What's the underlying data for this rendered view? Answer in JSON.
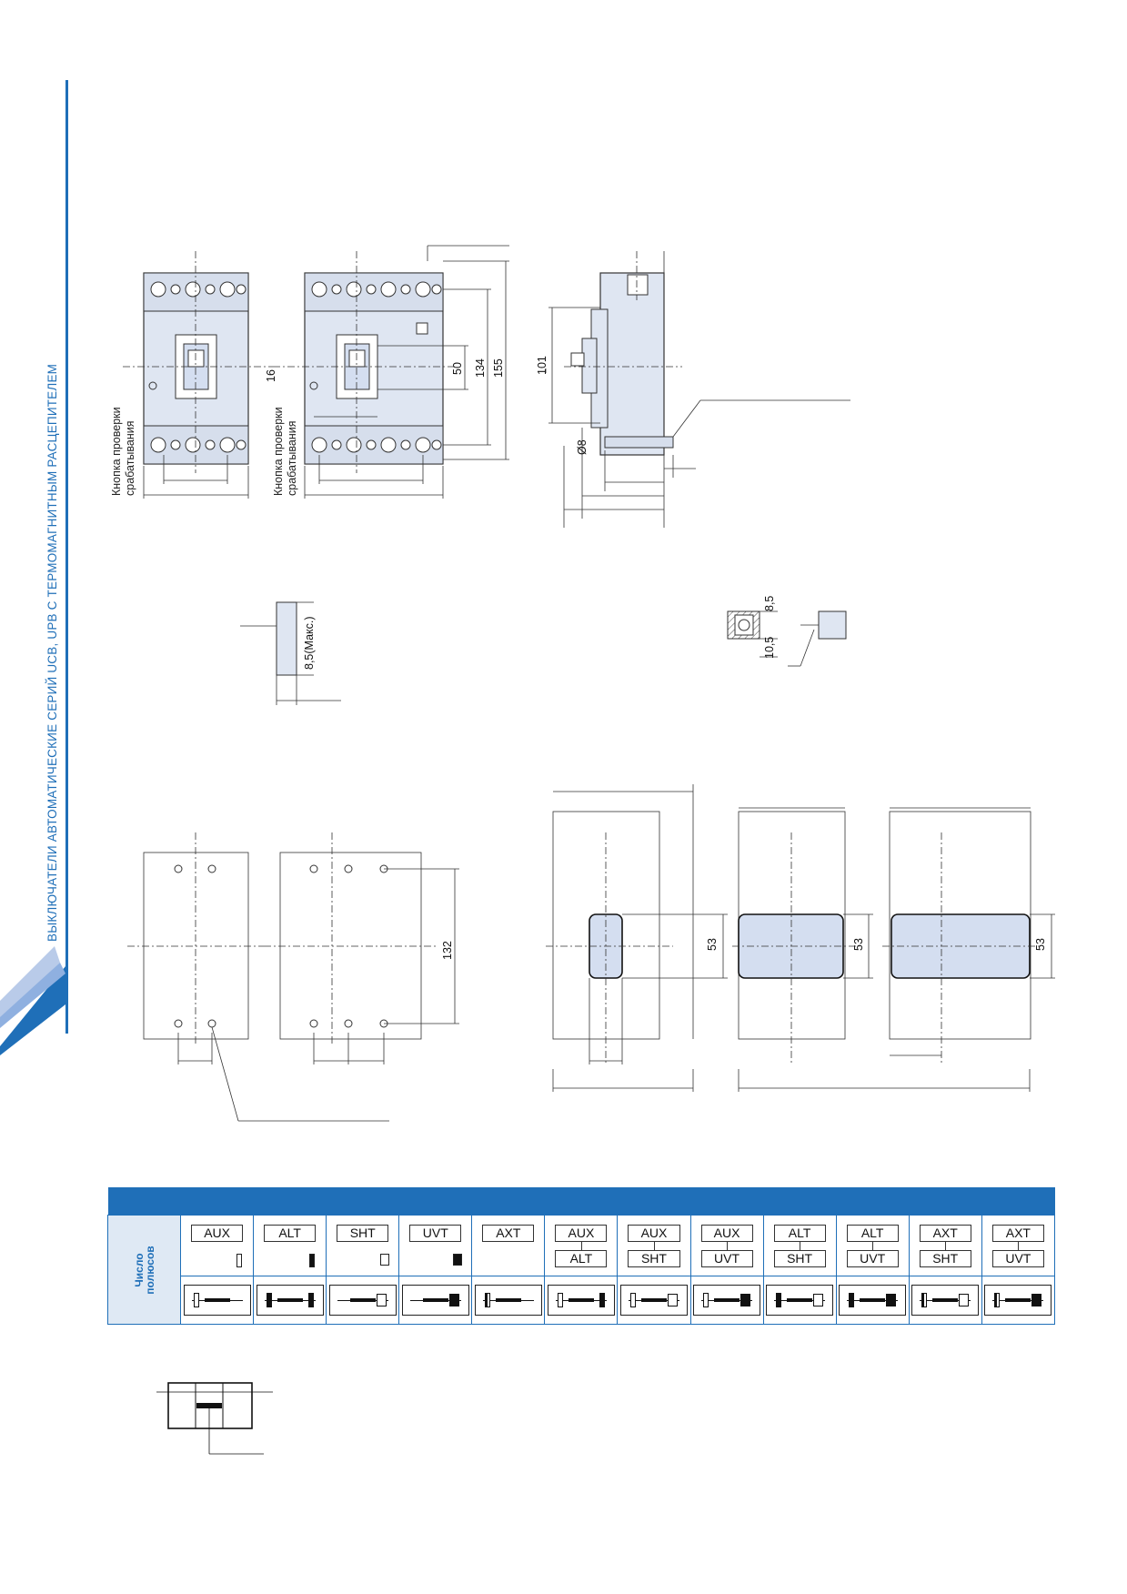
{
  "sidebar": {
    "text": "ВЫКЛЮЧАТЕЛИ АВТОМАТИЧЕСКИЕ СЕРИЙ UCB, UPB С ТЕРМОМАГНИТНЫМ РАСЦЕПИТЕЛЕМ"
  },
  "drawing": {
    "test_button_label_line1": "Кнопка проверки",
    "test_button_label_line2": "срабатывания",
    "dim_16": "16",
    "dim_50": "50",
    "dim_134": "134",
    "dim_155": "155",
    "dim_101": "101",
    "dim_d8": "Ø8",
    "dim_max": "8,5(Макс.)",
    "dim_8_5": "8,5",
    "dim_10_5": "10,5",
    "dim_132": "132",
    "dim_53a": "53",
    "dim_53b": "53",
    "dim_53c": "53"
  },
  "accessory_table": {
    "poles_label_line1": "Число",
    "poles_label_line2": "полюсов",
    "columns": [
      {
        "top": "AUX",
        "bottom": "",
        "marker": "open",
        "symbol_left": "open",
        "symbol_right": ""
      },
      {
        "top": "ALT",
        "bottom": "",
        "marker": "filled",
        "symbol_left": "filled",
        "symbol_right": "filled"
      },
      {
        "top": "SHT",
        "bottom": "",
        "marker": "square",
        "symbol_left": "",
        "symbol_right": "square"
      },
      {
        "top": "UVT",
        "bottom": "",
        "marker": "filled-square",
        "symbol_left": "",
        "symbol_right": "filled-square"
      },
      {
        "top": "AXT",
        "bottom": "",
        "marker": "",
        "symbol_left": "half",
        "symbol_right": ""
      },
      {
        "top": "AUX",
        "bottom": "ALT",
        "marker": "",
        "symbol_left": "open",
        "symbol_right": "filled"
      },
      {
        "top": "AUX",
        "bottom": "SHT",
        "marker": "",
        "symbol_left": "open",
        "symbol_right": "square"
      },
      {
        "top": "AUX",
        "bottom": "UVT",
        "marker": "",
        "symbol_left": "open",
        "symbol_right": "filled-square"
      },
      {
        "top": "ALT",
        "bottom": "SHT",
        "marker": "",
        "symbol_left": "filled",
        "symbol_right": "square"
      },
      {
        "top": "ALT",
        "bottom": "UVT",
        "marker": "",
        "symbol_left": "filled",
        "symbol_right": "filled-square"
      },
      {
        "top": "AXT",
        "bottom": "SHT",
        "marker": "",
        "symbol_left": "half",
        "symbol_right": "square"
      },
      {
        "top": "AXT",
        "bottom": "UVT",
        "marker": "",
        "symbol_left": "half",
        "symbol_right": "filled-square"
      }
    ]
  },
  "colors": {
    "accent": "#1f6fb8",
    "body_fill": "#dfe6f2",
    "window_fill": "#d4def0"
  }
}
